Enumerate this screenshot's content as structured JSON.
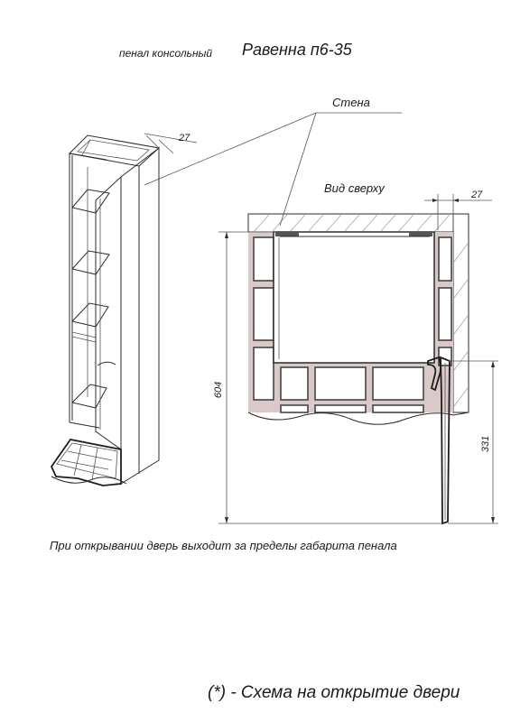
{
  "header": {
    "prefix": "пенал консольный",
    "model": "Равенна п6-35"
  },
  "labels": {
    "wall": "Стена",
    "top_view": "Вид сверху",
    "dim_wall_gap": "27",
    "dim_depth": "604",
    "dim_door_offset": "331"
  },
  "note": "При открывании дверь выходит за пределы габарита пенала",
  "footer": "(*) - Схема на открытие двери",
  "colors": {
    "line": "#2b2b2b",
    "grout": "#d9c9c9",
    "paper": "#ffffff"
  }
}
